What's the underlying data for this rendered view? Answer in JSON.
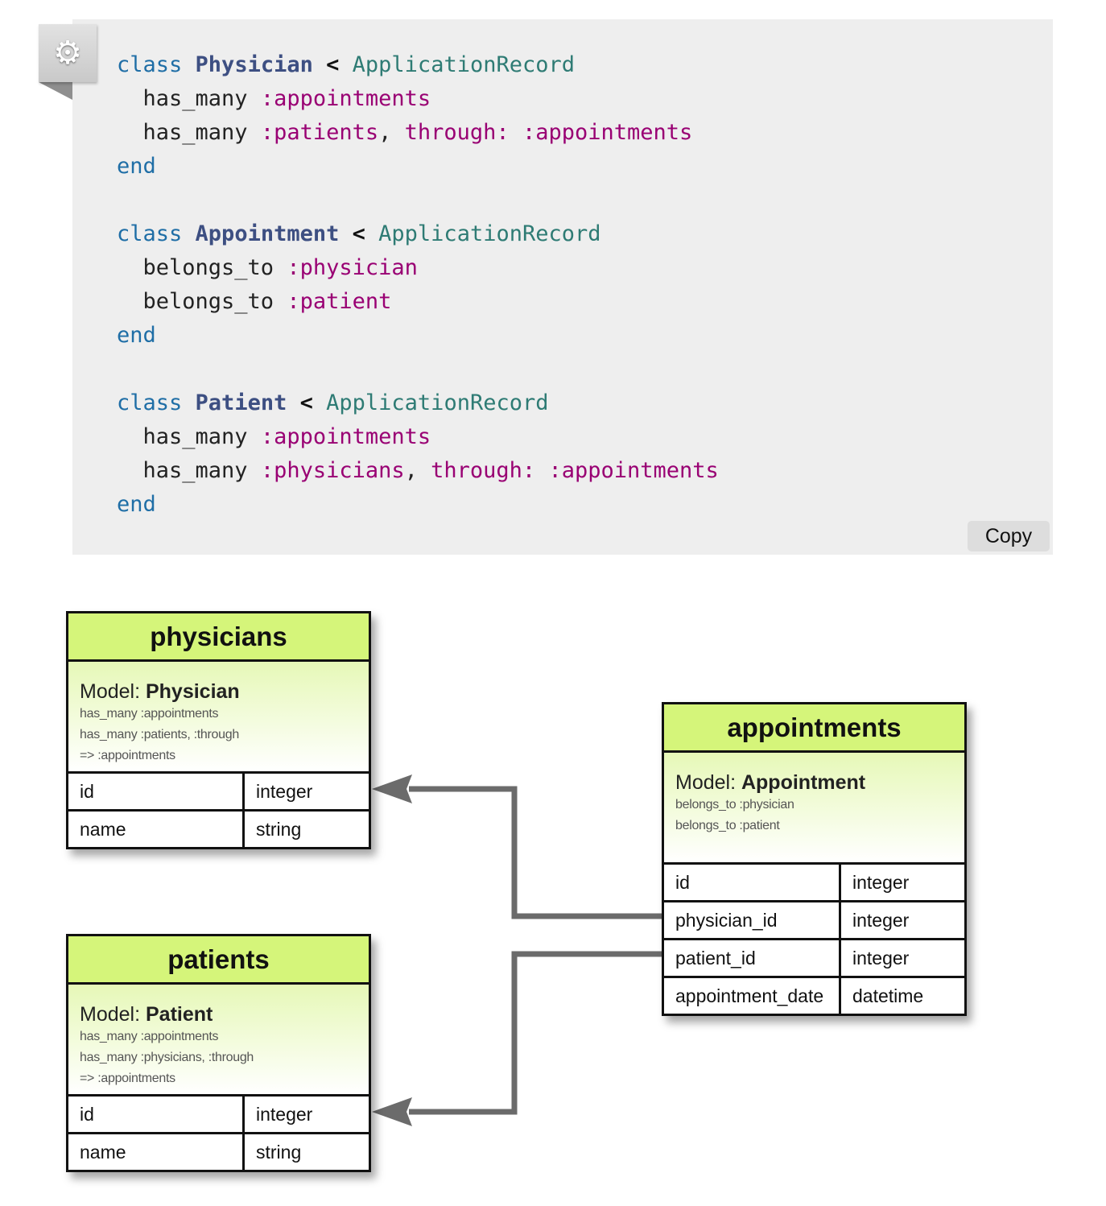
{
  "code_block": {
    "copy_label": "Copy",
    "gear_icon": "⚙",
    "lines": [
      [
        {
          "t": "kw",
          "v": "class"
        },
        {
          "t": "id",
          "v": " "
        },
        {
          "t": "cls",
          "v": "Physician"
        },
        {
          "t": "id",
          "v": " "
        },
        {
          "t": "op",
          "v": "<"
        },
        {
          "t": "id",
          "v": " "
        },
        {
          "t": "sup",
          "v": "ApplicationRecord"
        }
      ],
      [
        {
          "t": "id",
          "v": "  has_many "
        },
        {
          "t": "sym",
          "v": ":appointments"
        }
      ],
      [
        {
          "t": "id",
          "v": "  has_many "
        },
        {
          "t": "sym",
          "v": ":patients"
        },
        {
          "t": "id",
          "v": ", "
        },
        {
          "t": "sym",
          "v": "through:"
        },
        {
          "t": "id",
          "v": " "
        },
        {
          "t": "sym",
          "v": ":appointments"
        }
      ],
      [
        {
          "t": "kw",
          "v": "end"
        }
      ],
      [],
      [
        {
          "t": "kw",
          "v": "class"
        },
        {
          "t": "id",
          "v": " "
        },
        {
          "t": "cls",
          "v": "Appointment"
        },
        {
          "t": "id",
          "v": " "
        },
        {
          "t": "op",
          "v": "<"
        },
        {
          "t": "id",
          "v": " "
        },
        {
          "t": "sup",
          "v": "ApplicationRecord"
        }
      ],
      [
        {
          "t": "id",
          "v": "  belongs_to "
        },
        {
          "t": "sym",
          "v": ":physician"
        }
      ],
      [
        {
          "t": "id",
          "v": "  belongs_to "
        },
        {
          "t": "sym",
          "v": ":patient"
        }
      ],
      [
        {
          "t": "kw",
          "v": "end"
        }
      ],
      [],
      [
        {
          "t": "kw",
          "v": "class"
        },
        {
          "t": "id",
          "v": " "
        },
        {
          "t": "cls",
          "v": "Patient"
        },
        {
          "t": "id",
          "v": " "
        },
        {
          "t": "op",
          "v": "<"
        },
        {
          "t": "id",
          "v": " "
        },
        {
          "t": "sup",
          "v": "ApplicationRecord"
        }
      ],
      [
        {
          "t": "id",
          "v": "  has_many "
        },
        {
          "t": "sym",
          "v": ":appointments"
        }
      ],
      [
        {
          "t": "id",
          "v": "  has_many "
        },
        {
          "t": "sym",
          "v": ":physicians"
        },
        {
          "t": "id",
          "v": ", "
        },
        {
          "t": "sym",
          "v": "through:"
        },
        {
          "t": "id",
          "v": " "
        },
        {
          "t": "sym",
          "v": ":appointments"
        }
      ],
      [
        {
          "t": "kw",
          "v": "end"
        }
      ]
    ]
  },
  "diagram": {
    "tables": {
      "physicians": {
        "title": "physicians",
        "model_prefix": "Model: ",
        "model_name": "Physician",
        "associations": [
          "has_many :appointments",
          "has_many :patients, :through",
          "=> :appointments"
        ],
        "columns": [
          {
            "name": "id",
            "type": "integer"
          },
          {
            "name": "name",
            "type": "string"
          }
        ]
      },
      "patients": {
        "title": "patients",
        "model_prefix": "Model: ",
        "model_name": "Patient",
        "associations": [
          "has_many :appointments",
          "has_many :physicians, :through",
          "=> :appointments"
        ],
        "columns": [
          {
            "name": "id",
            "type": "integer"
          },
          {
            "name": "name",
            "type": "string"
          }
        ]
      },
      "appointments": {
        "title": "appointments",
        "model_prefix": "Model: ",
        "model_name": "Appointment",
        "associations": [
          "belongs_to :physician",
          "belongs_to :patient"
        ],
        "columns": [
          {
            "name": "id",
            "type": "integer"
          },
          {
            "name": "physician_id",
            "type": "integer"
          },
          {
            "name": "patient_id",
            "type": "integer"
          },
          {
            "name": "appointment_date",
            "type": "datetime"
          }
        ]
      }
    },
    "colors": {
      "header": "#d5f57a",
      "connector": "#6b6b6b",
      "keyword": "#1f6ea6",
      "symbol": "#990073",
      "class_name": "#3d4f82",
      "superclass": "#2e7b74"
    }
  }
}
